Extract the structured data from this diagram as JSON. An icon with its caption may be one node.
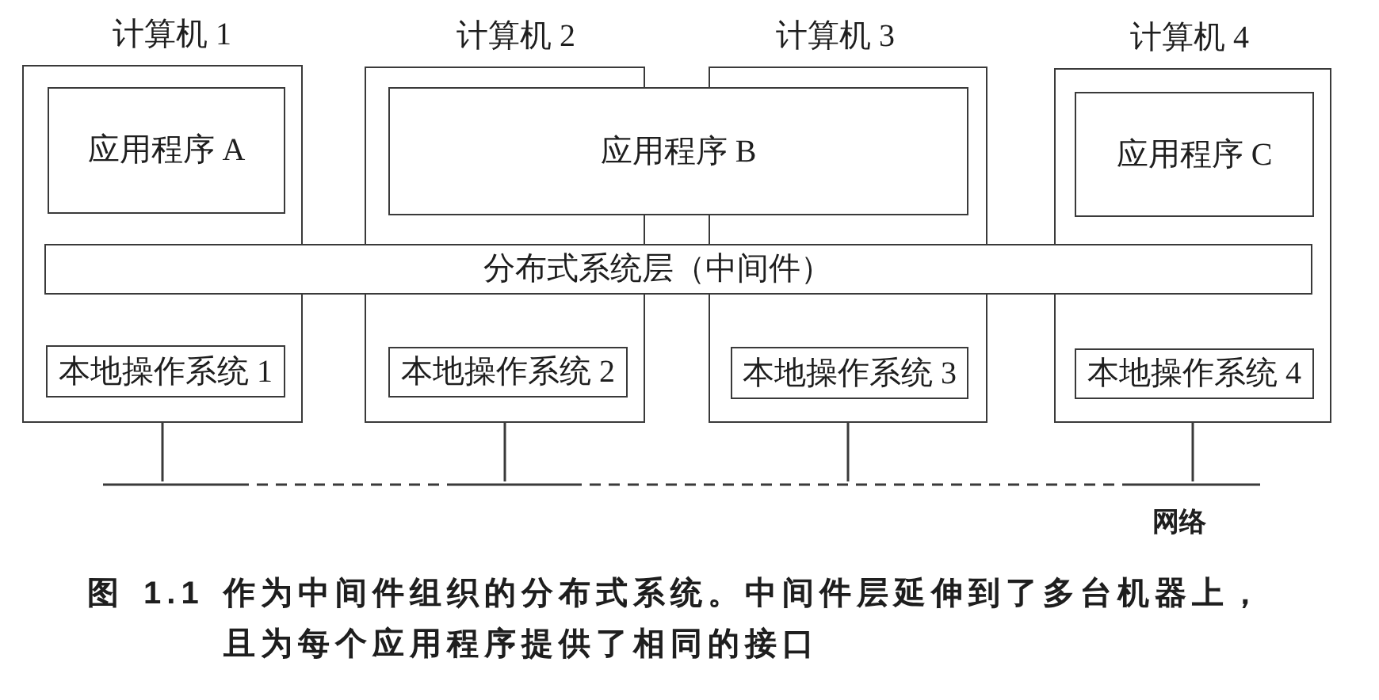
{
  "diagram": {
    "caption": "图 1.1 作为中间件组织的分布式系统。中间件层延伸到了多台机器上，且为每个应用程序提供了相同的接口",
    "nodes": [
      {
        "text": [
          "计算机 1"
        ]
      },
      {
        "text": [
          "计算机 2"
        ]
      },
      {
        "text": [
          "计算机 3"
        ]
      },
      {
        "text": [
          "计算机 4"
        ]
      },
      {
        "text": [
          "应用程序 A"
        ],
        "in": 0
      },
      {
        "text": [
          "应用程序 B"
        ]
      },
      {
        "text": [
          "应用程序 C"
        ],
        "in": 3
      },
      {
        "text": [
          "分布式系统层（中间件）"
        ]
      },
      {
        "text": [
          "本地操作系统 1"
        ],
        "in": 0
      },
      {
        "text": [
          "本地操作系统 2"
        ],
        "in": 1
      },
      {
        "text": [
          "本地操作系统 3"
        ],
        "in": 2
      },
      {
        "text": [
          "本地操作系统 4"
        ],
        "in": 3
      },
      {
        "text": [],
        "shape": "line",
        "beside": [
          "网络"
        ]
      }
    ],
    "edges": [
      {
        "from": 0,
        "to": 12,
        "arrow": "none"
      },
      {
        "from": 1,
        "to": 12,
        "arrow": "none"
      },
      {
        "from": 2,
        "to": 12,
        "arrow": "none"
      },
      {
        "from": 3,
        "to": 12,
        "arrow": "none"
      }
    ]
  }
}
